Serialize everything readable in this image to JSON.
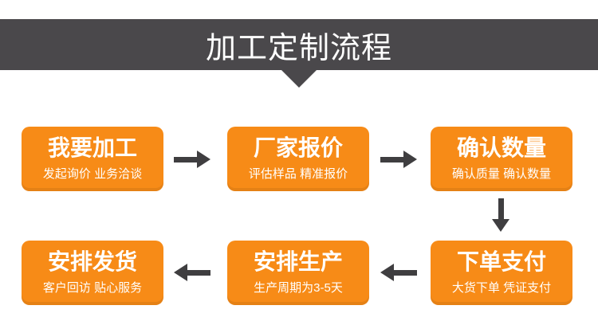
{
  "banner": {
    "title": "加工定制流程"
  },
  "colors": {
    "banner_bg": "#4a484b",
    "box_orange": "#f78b17",
    "arrow_dark": "#3f3e40",
    "text_white": "#ffffff"
  },
  "steps": [
    {
      "title": "我要加工",
      "subtitle": "发起询价 业务洽谈"
    },
    {
      "title": "厂家报价",
      "subtitle": "评估样品 精准报价"
    },
    {
      "title": "确认数量",
      "subtitle": "确认质量 确认数量"
    },
    {
      "title": "下单支付",
      "subtitle": "大货下单 凭证支付"
    },
    {
      "title": "安排生产",
      "subtitle": "生产周期为3-5天"
    },
    {
      "title": "安排发货",
      "subtitle": "客户回访 贴心服务"
    }
  ]
}
